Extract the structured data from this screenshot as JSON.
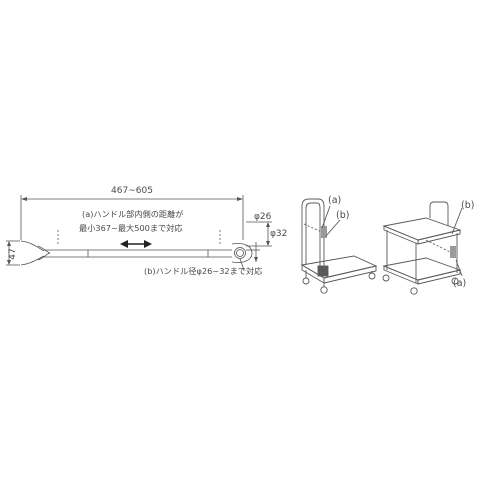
{
  "dimensions": {
    "overall_length": "467~605",
    "height": "47",
    "diameter_inner": "φ26",
    "diameter_outer": "φ32"
  },
  "notes": {
    "a_line1": "(a)ハンドル部内側の距離が",
    "a_line2": "最小367~最大500まで対応",
    "b_line1": "(b)ハンドル径φ26~32まで対応"
  },
  "callouts": {
    "a": "(a)",
    "b": "(b)"
  },
  "colors": {
    "line": "#555555",
    "handle": "#8a8a8a",
    "cart": "#5a5a5a"
  }
}
